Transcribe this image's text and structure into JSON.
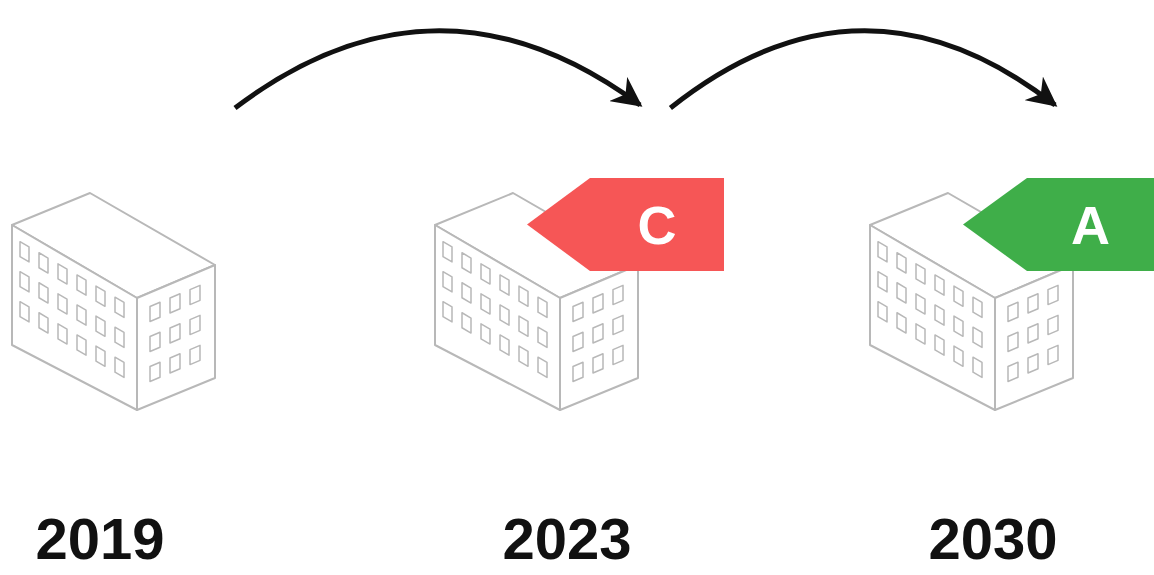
{
  "diagram": {
    "nodes": [
      {
        "text": [
          "C"
        ]
      },
      {
        "text": [
          "A"
        ]
      }
    ],
    "edges": [
      {
        "from": 0,
        "to": 1,
        "arrow": "to"
      }
    ],
    "labels": [
      "2019",
      "2023",
      "2030"
    ]
  }
}
